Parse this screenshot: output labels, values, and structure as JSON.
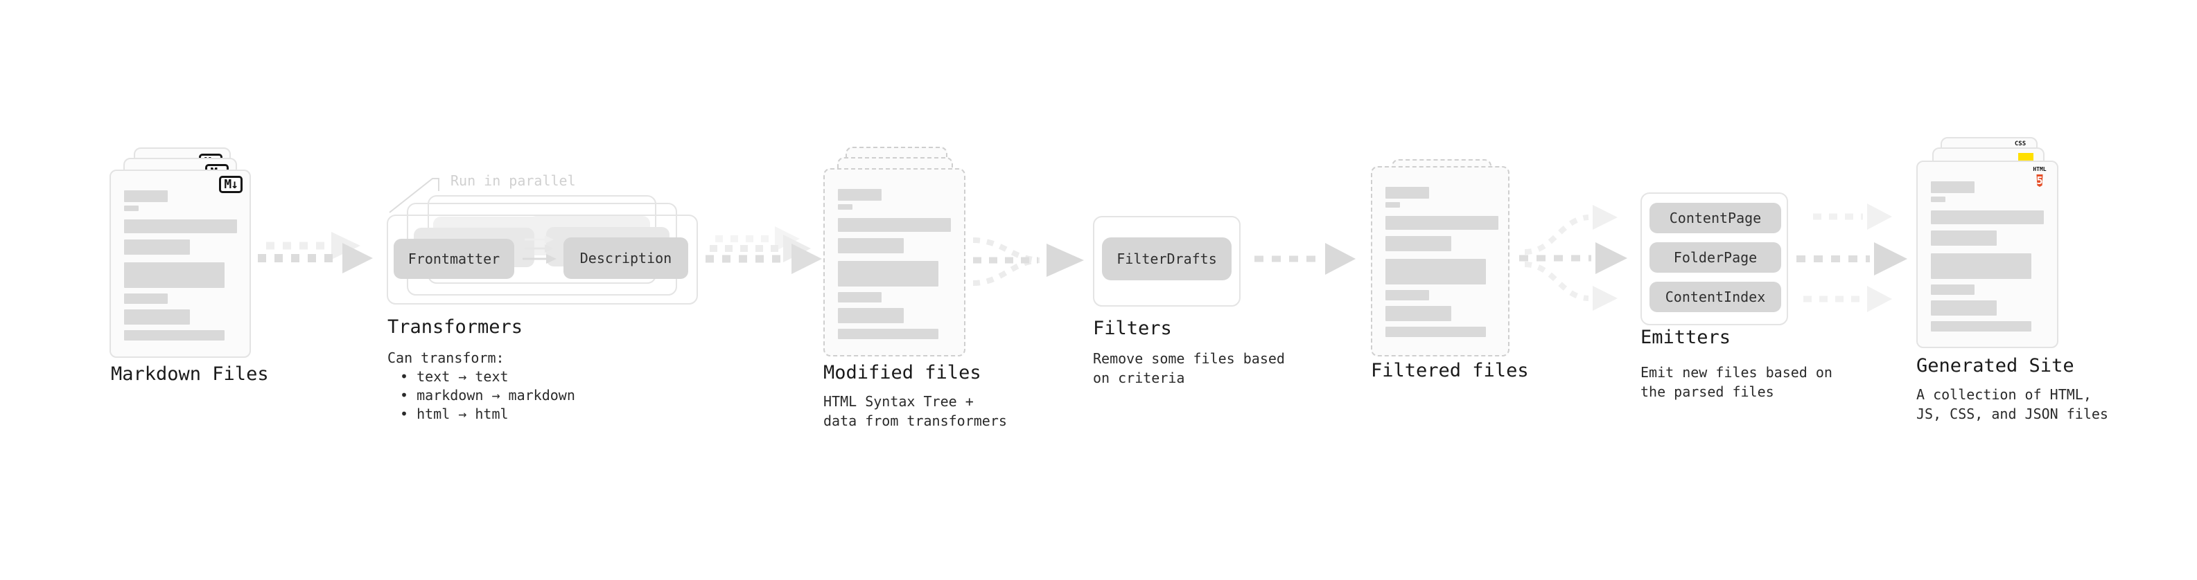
{
  "nodes": {
    "markdown": {
      "label": "Markdown Files"
    },
    "transformers": {
      "label": "Transformers",
      "annotation": "Run in parallel",
      "pill_frontmatter": "Frontmatter",
      "pill_description": "Description",
      "intro": "Can transform:",
      "bullets": [
        "• text → text",
        "• markdown → markdown",
        "• html → html"
      ]
    },
    "modified": {
      "label": "Modified files",
      "sublines": [
        "HTML Syntax Tree +",
        "data from transformers"
      ]
    },
    "filters": {
      "label": "Filters",
      "pill": "FilterDrafts",
      "sublines": [
        "Remove some files based",
        "on criteria"
      ]
    },
    "filtered": {
      "label": "Filtered files"
    },
    "emitters": {
      "label": "Emitters",
      "pills": [
        "ContentPage",
        "FolderPage",
        "ContentIndex"
      ],
      "sublines": [
        "Emit new files based on",
        "the parsed files"
      ]
    },
    "generated": {
      "label": "Generated Site",
      "sublines": [
        "A collection of HTML,",
        "JS, CSS, and JSON files"
      ],
      "badges": {
        "css": "CSS",
        "html_label": "HTML",
        "html_number": "5"
      }
    }
  },
  "icons": {
    "markdown_badge": "M↓",
    "css_badge": "css-file-badge",
    "js_badge": "js-yellow-square-badge",
    "html5_badge": "html5-shield-logo"
  },
  "colors": {
    "accent_html": "#e44d26",
    "accent_css": "#2d63e8",
    "accent_js": "#ffdf00",
    "pill_bg": "#d6d6d6",
    "card_bg": "#fbfbfb",
    "card_border": "#e3e3e3",
    "text_dark": "#1d1d1d",
    "muted_label": "#d0d0d0"
  },
  "skeleton": {
    "lines": [
      {
        "w": 63,
        "h": 17,
        "mb": 5
      },
      {
        "w": 21,
        "h": 8,
        "mb": 12
      },
      {
        "w": 163,
        "h": 20,
        "mb": 9
      },
      {
        "w": 95,
        "h": 22,
        "mb": 11
      },
      {
        "w": 145,
        "h": 37,
        "mb": 8
      },
      {
        "w": 63,
        "h": 15,
        "mb": 8
      },
      {
        "w": 95,
        "h": 22,
        "mb": 8
      },
      {
        "w": 145,
        "h": 15,
        "mb": 0
      }
    ]
  }
}
